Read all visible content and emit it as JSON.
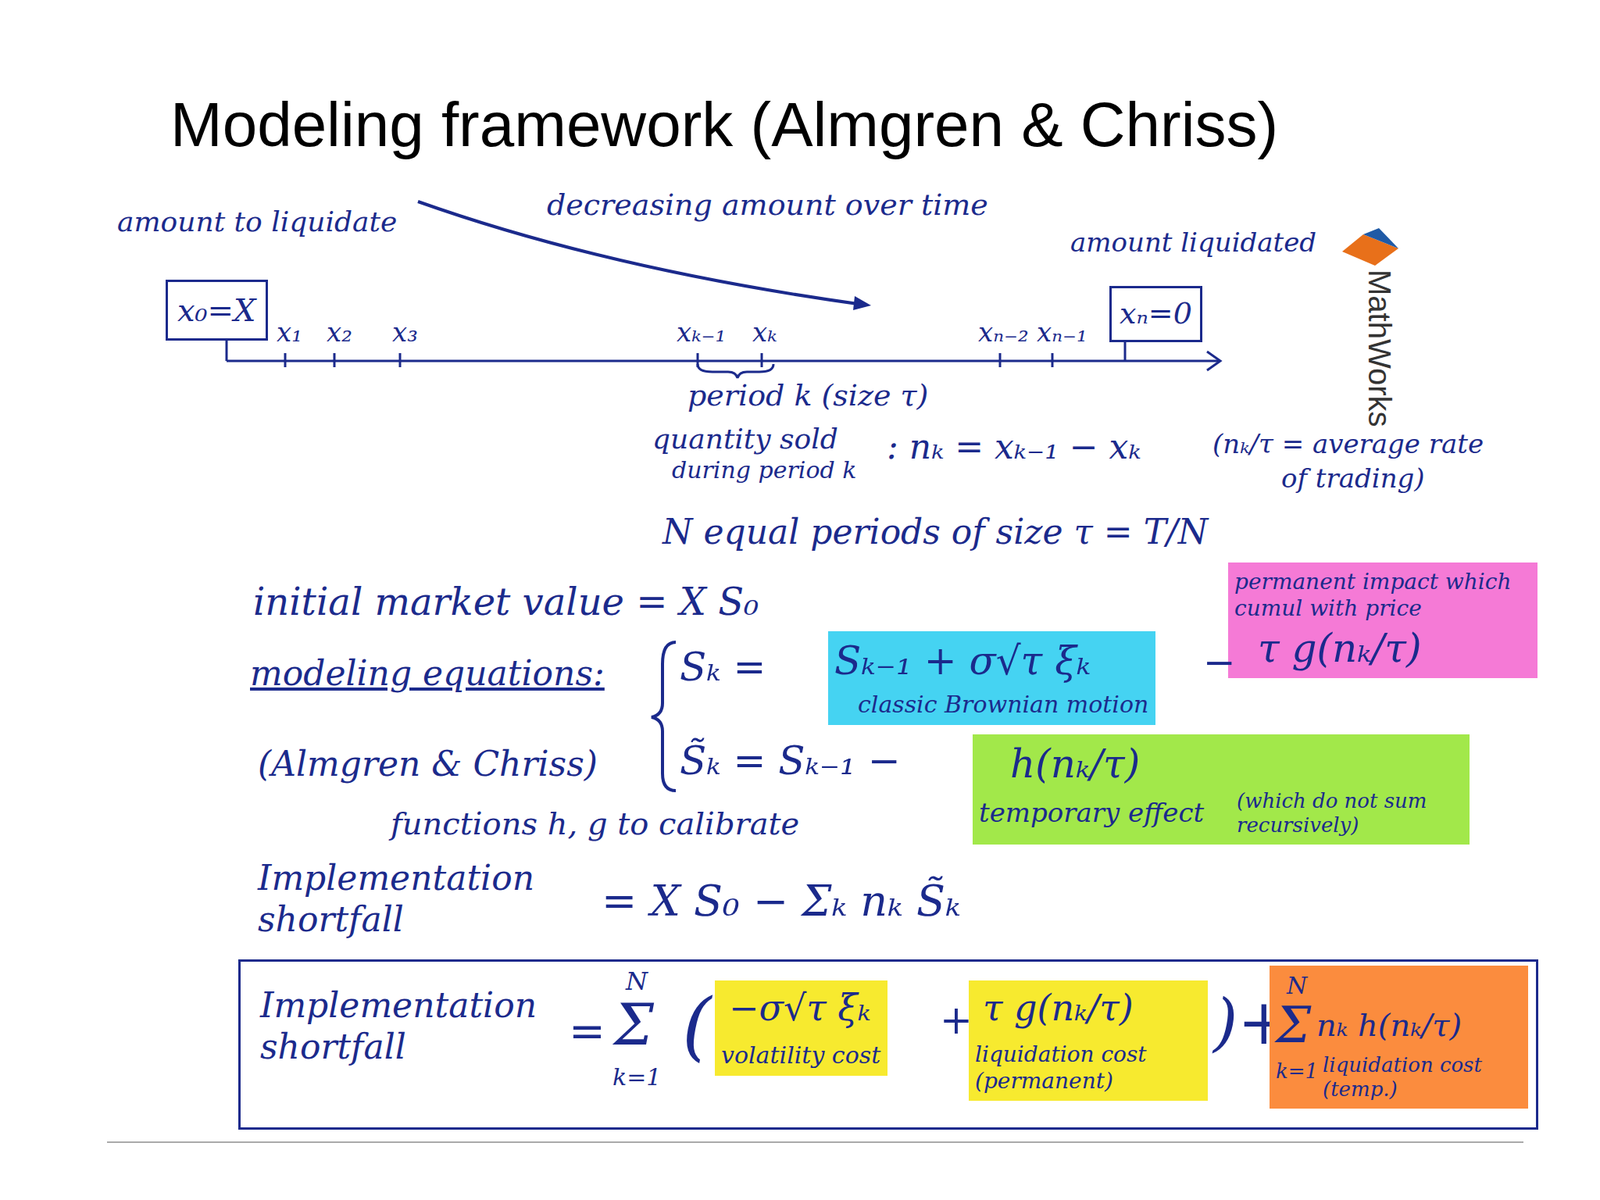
{
  "diagram": {
    "title": "Modeling framework (Almgren & Chriss)",
    "nodes": [
      {
        "text": [
          "x₀=X"
        ]
      },
      {
        "text": [
          "xₙ=0"
        ]
      },
      {
        "text": [
          "Sₖ₋₁ + σ√τ ξₖ",
          "classic Brownian motion"
        ]
      },
      {
        "text": [
          "permanent impact which cumul with price",
          "τ g(nₖ/τ)"
        ]
      },
      {
        "text": [
          "h(nₖ/τ)",
          "temporary effect",
          "(which do not sum recursively)"
        ]
      },
      {
        "text": [
          "Implementation shortfall",
          "=",
          "N",
          "Σ",
          "k=1",
          "(",
          "+",
          ")+"
        ]
      },
      {
        "text": [
          "−σ√τ ξₖ",
          "volatility cost"
        ],
        "in": 5
      },
      {
        "text": [
          "τ g(nₖ/τ)",
          "liquidation cost (permanent)"
        ],
        "in": 5
      },
      {
        "text": [
          "N",
          "Σ",
          "k=1",
          "nₖ h(nₖ/τ)",
          "liquidation cost (temp.)"
        ],
        "in": 5
      }
    ],
    "labels": [
      "amount to liquidate",
      "decreasing amount over time",
      "amount liquidated",
      "x₁",
      "x₂",
      "x₃",
      "xₖ₋₁",
      "xₖ",
      "xₙ₋₂",
      "xₙ₋₁",
      "period k (size τ)",
      "quantity sold",
      "during period k",
      ": nₖ = xₖ₋₁ − xₖ",
      "(nₖ/τ = average rate",
      "of trading)",
      "N equal periods of size τ = T/N",
      "initial market value = X S₀",
      "modeling equations:",
      "(Almgren & Chriss)",
      "functions h, g to calibrate",
      "Sₖ =",
      "S̃ₖ = Sₖ₋₁ −",
      "−",
      "Implementation shortfall",
      "= X S₀ − Σₖ nₖ S̃ₖ",
      "MathWorks"
    ]
  }
}
